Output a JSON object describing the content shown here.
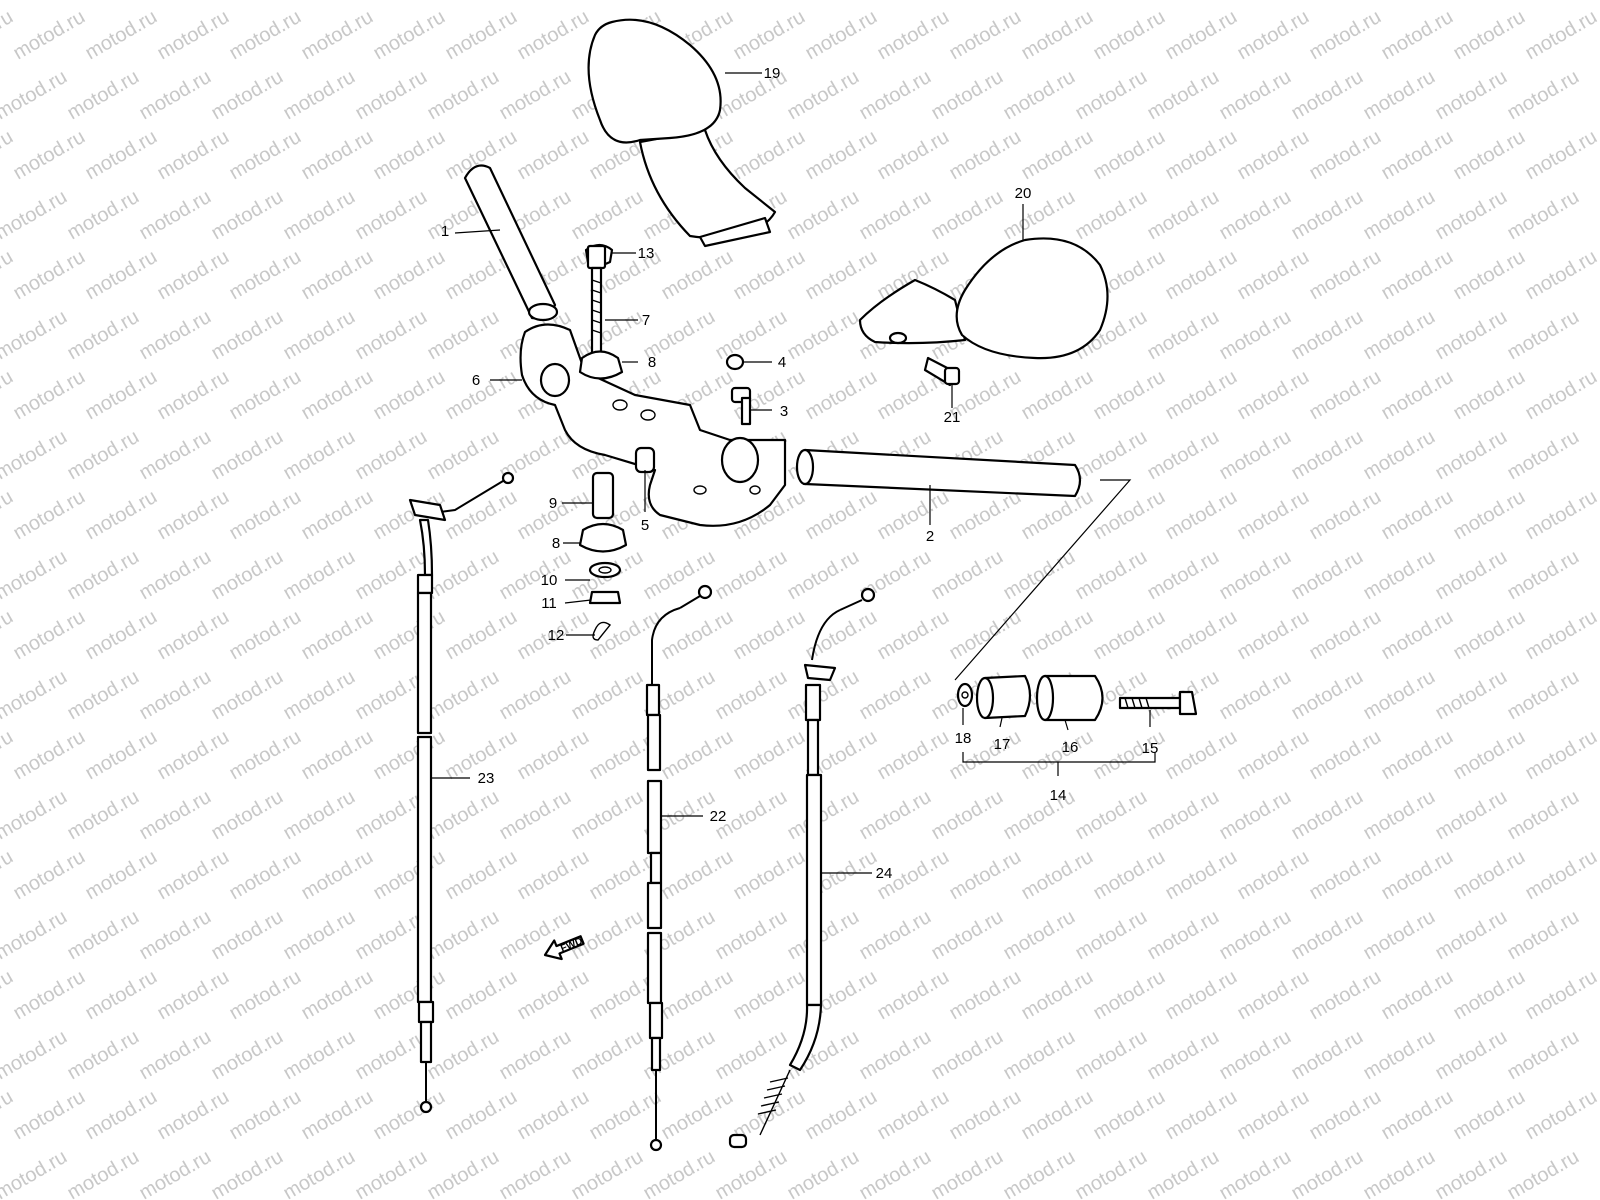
{
  "watermark": {
    "text": "motod.ru",
    "color": "#c8c8c8"
  },
  "fwd_label": "FWD",
  "callouts": [
    {
      "id": "1",
      "label": "1"
    },
    {
      "id": "2",
      "label": "2"
    },
    {
      "id": "3",
      "label": "3"
    },
    {
      "id": "4",
      "label": "4"
    },
    {
      "id": "5",
      "label": "5"
    },
    {
      "id": "6",
      "label": "6"
    },
    {
      "id": "7",
      "label": "7"
    },
    {
      "id": "8a",
      "label": "8"
    },
    {
      "id": "8b",
      "label": "8"
    },
    {
      "id": "9",
      "label": "9"
    },
    {
      "id": "10",
      "label": "10"
    },
    {
      "id": "11",
      "label": "11"
    },
    {
      "id": "12",
      "label": "12"
    },
    {
      "id": "13",
      "label": "13"
    },
    {
      "id": "14",
      "label": "14"
    },
    {
      "id": "15",
      "label": "15"
    },
    {
      "id": "16",
      "label": "16"
    },
    {
      "id": "17",
      "label": "17"
    },
    {
      "id": "18",
      "label": "18"
    },
    {
      "id": "19",
      "label": "19"
    },
    {
      "id": "20",
      "label": "20"
    },
    {
      "id": "21",
      "label": "21"
    },
    {
      "id": "22",
      "label": "22"
    },
    {
      "id": "23",
      "label": "23"
    },
    {
      "id": "24",
      "label": "24"
    }
  ],
  "icons": [
    "fwd-arrow-icon"
  ]
}
